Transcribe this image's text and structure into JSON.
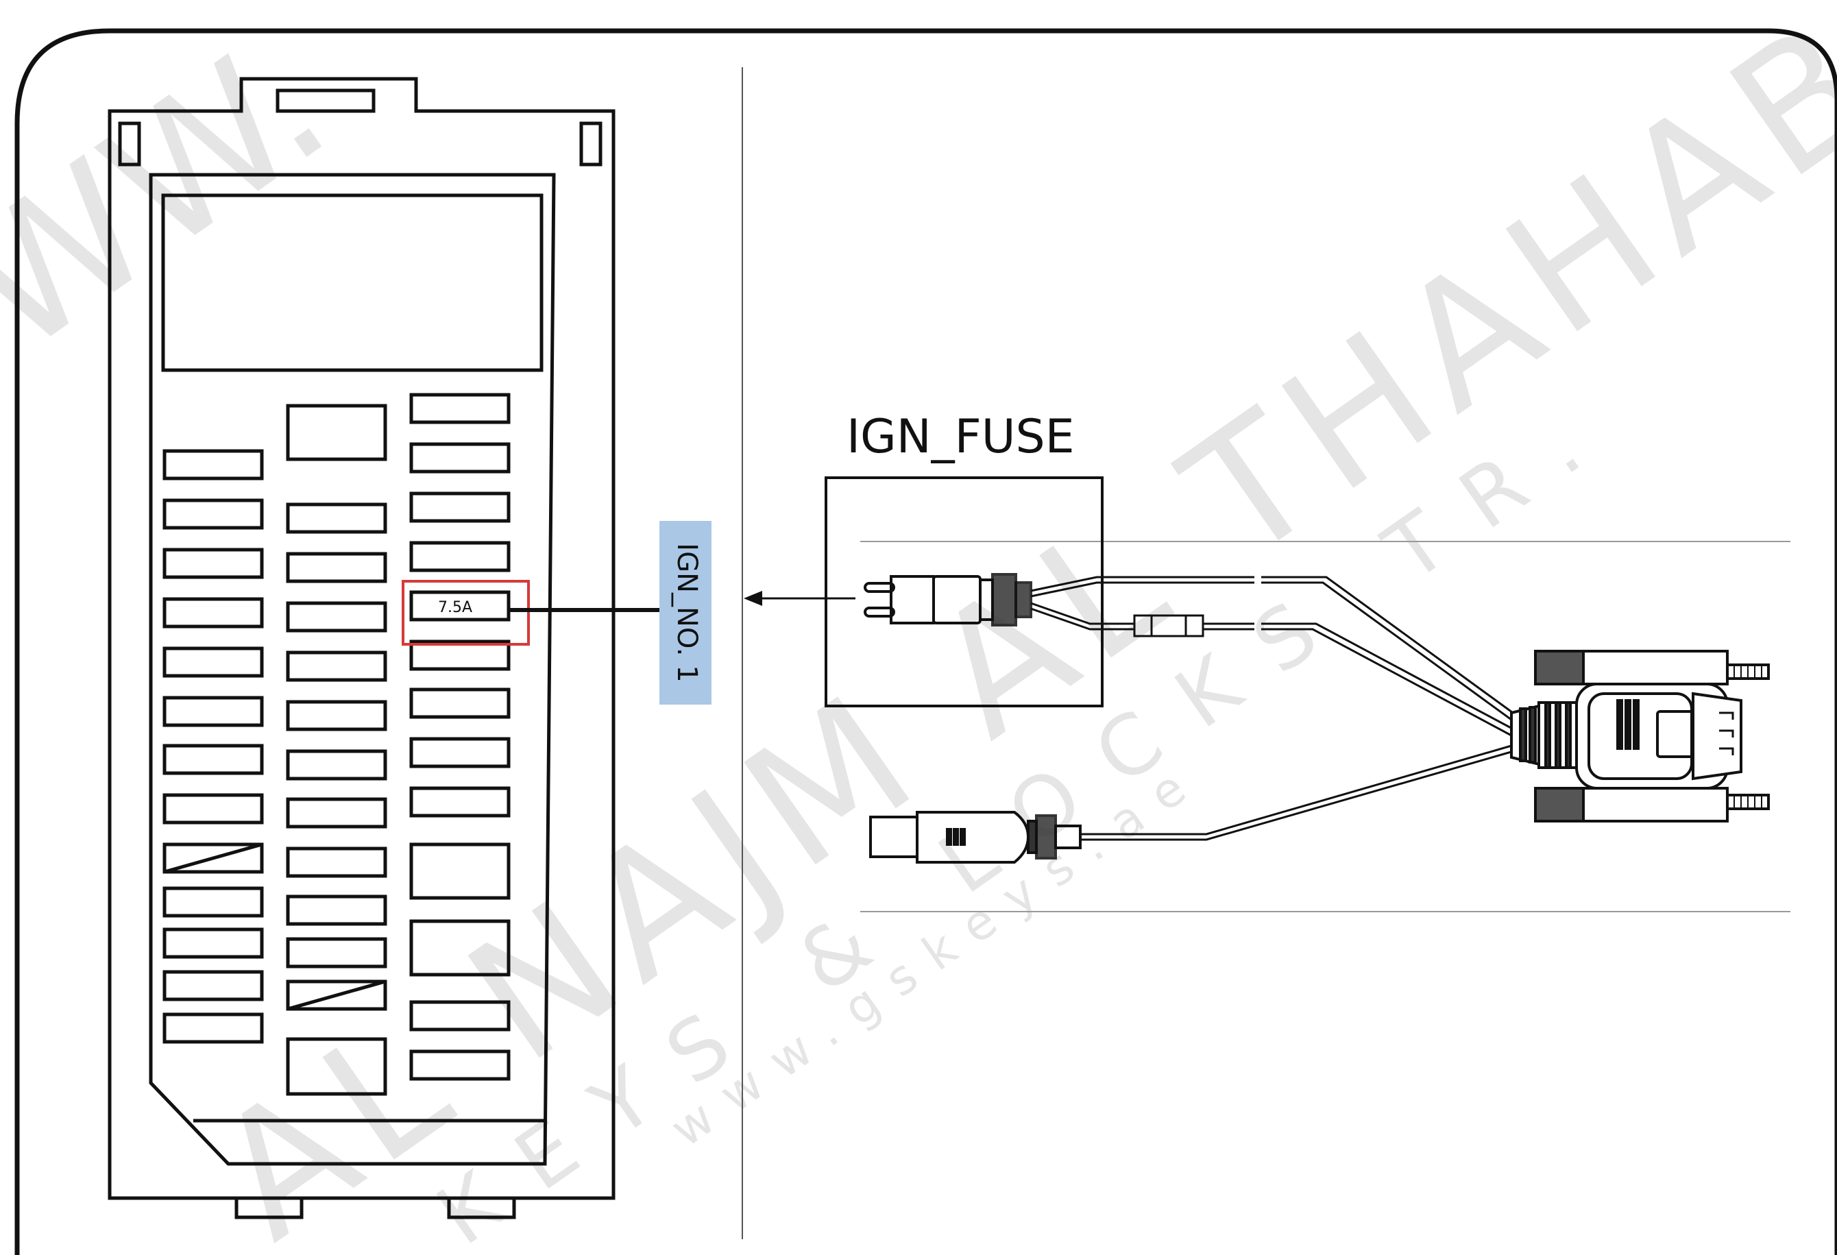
{
  "fuse_rating": "7.5A",
  "callout_label": "IGN_NO. 1",
  "fuse_title": "IGN_FUSE",
  "watermark": {
    "line1": "AL NAJM AL THAHABI",
    "line2": "KEYS & LOCKS TR.",
    "line3": "www.gskeys.ae"
  },
  "colors": {
    "highlight": "#d63a3a",
    "callout_fill": "#aac8e6",
    "watermark": "#c9c9c9"
  }
}
